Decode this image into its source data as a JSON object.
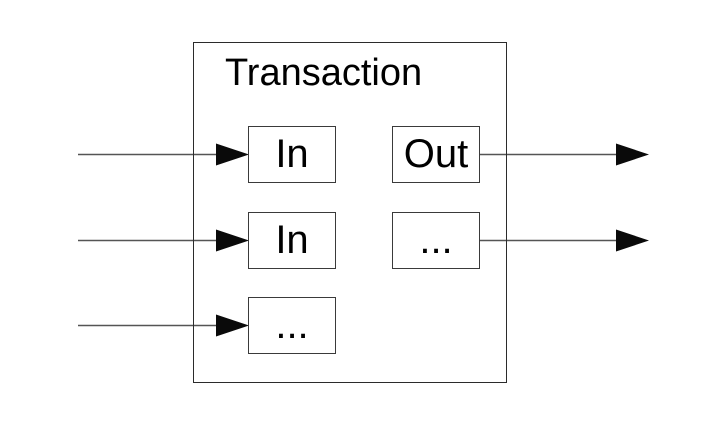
{
  "diagram": {
    "title": "Transaction",
    "inputs": [
      {
        "label": "In"
      },
      {
        "label": "In"
      },
      {
        "label": "..."
      }
    ],
    "outputs": [
      {
        "label": "Out"
      },
      {
        "label": "..."
      }
    ]
  },
  "colors": {
    "background": "#ffffff",
    "stroke": "#000000",
    "box_border": "#3a3a3a",
    "line": "#555555"
  }
}
